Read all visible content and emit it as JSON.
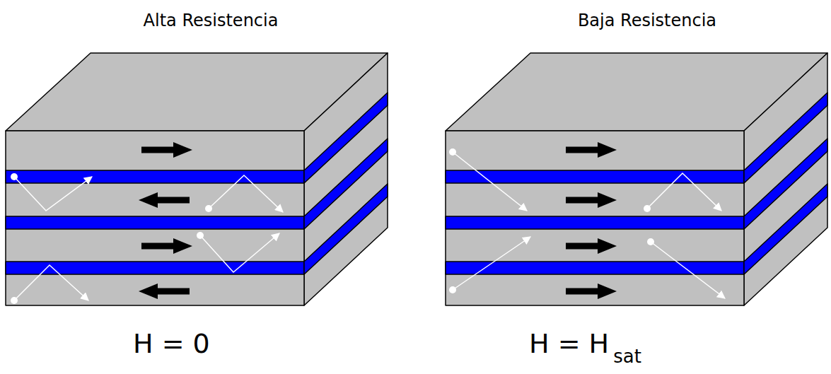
{
  "diagram": {
    "labels": [
      "Alta Resistencia",
      "Baja Resistencia",
      "H = 0",
      "H = H",
      "sat"
    ]
  }
}
